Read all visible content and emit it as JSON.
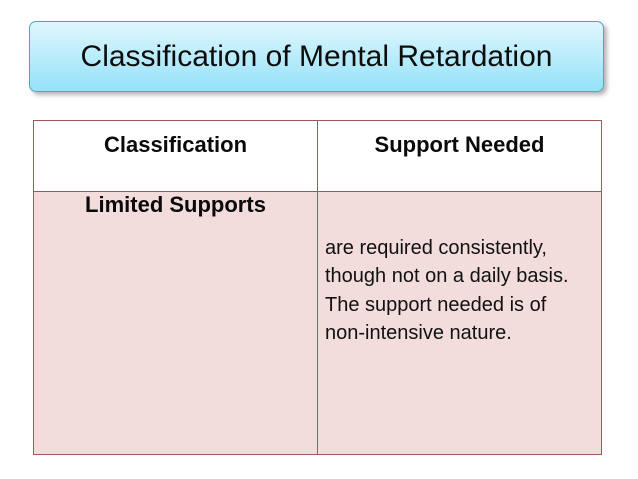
{
  "slide": {
    "title": "Classification of Mental Retardation",
    "accent_border_color": "#56a5b5",
    "accent_fill_top": "#ddf6fd",
    "accent_fill_bottom": "#97e2f8",
    "table_border_color": "#a05a5a",
    "table_body_fill": "#f2dcdc",
    "table_header_fill": "#ffffff"
  },
  "table": {
    "headers": [
      "Classification",
      "Support Needed"
    ],
    "rows": [
      {
        "classification": "Limited Supports",
        "support_needed": "are required consistently, though not on a daily basis. The support needed is of non-intensive nature."
      }
    ]
  }
}
